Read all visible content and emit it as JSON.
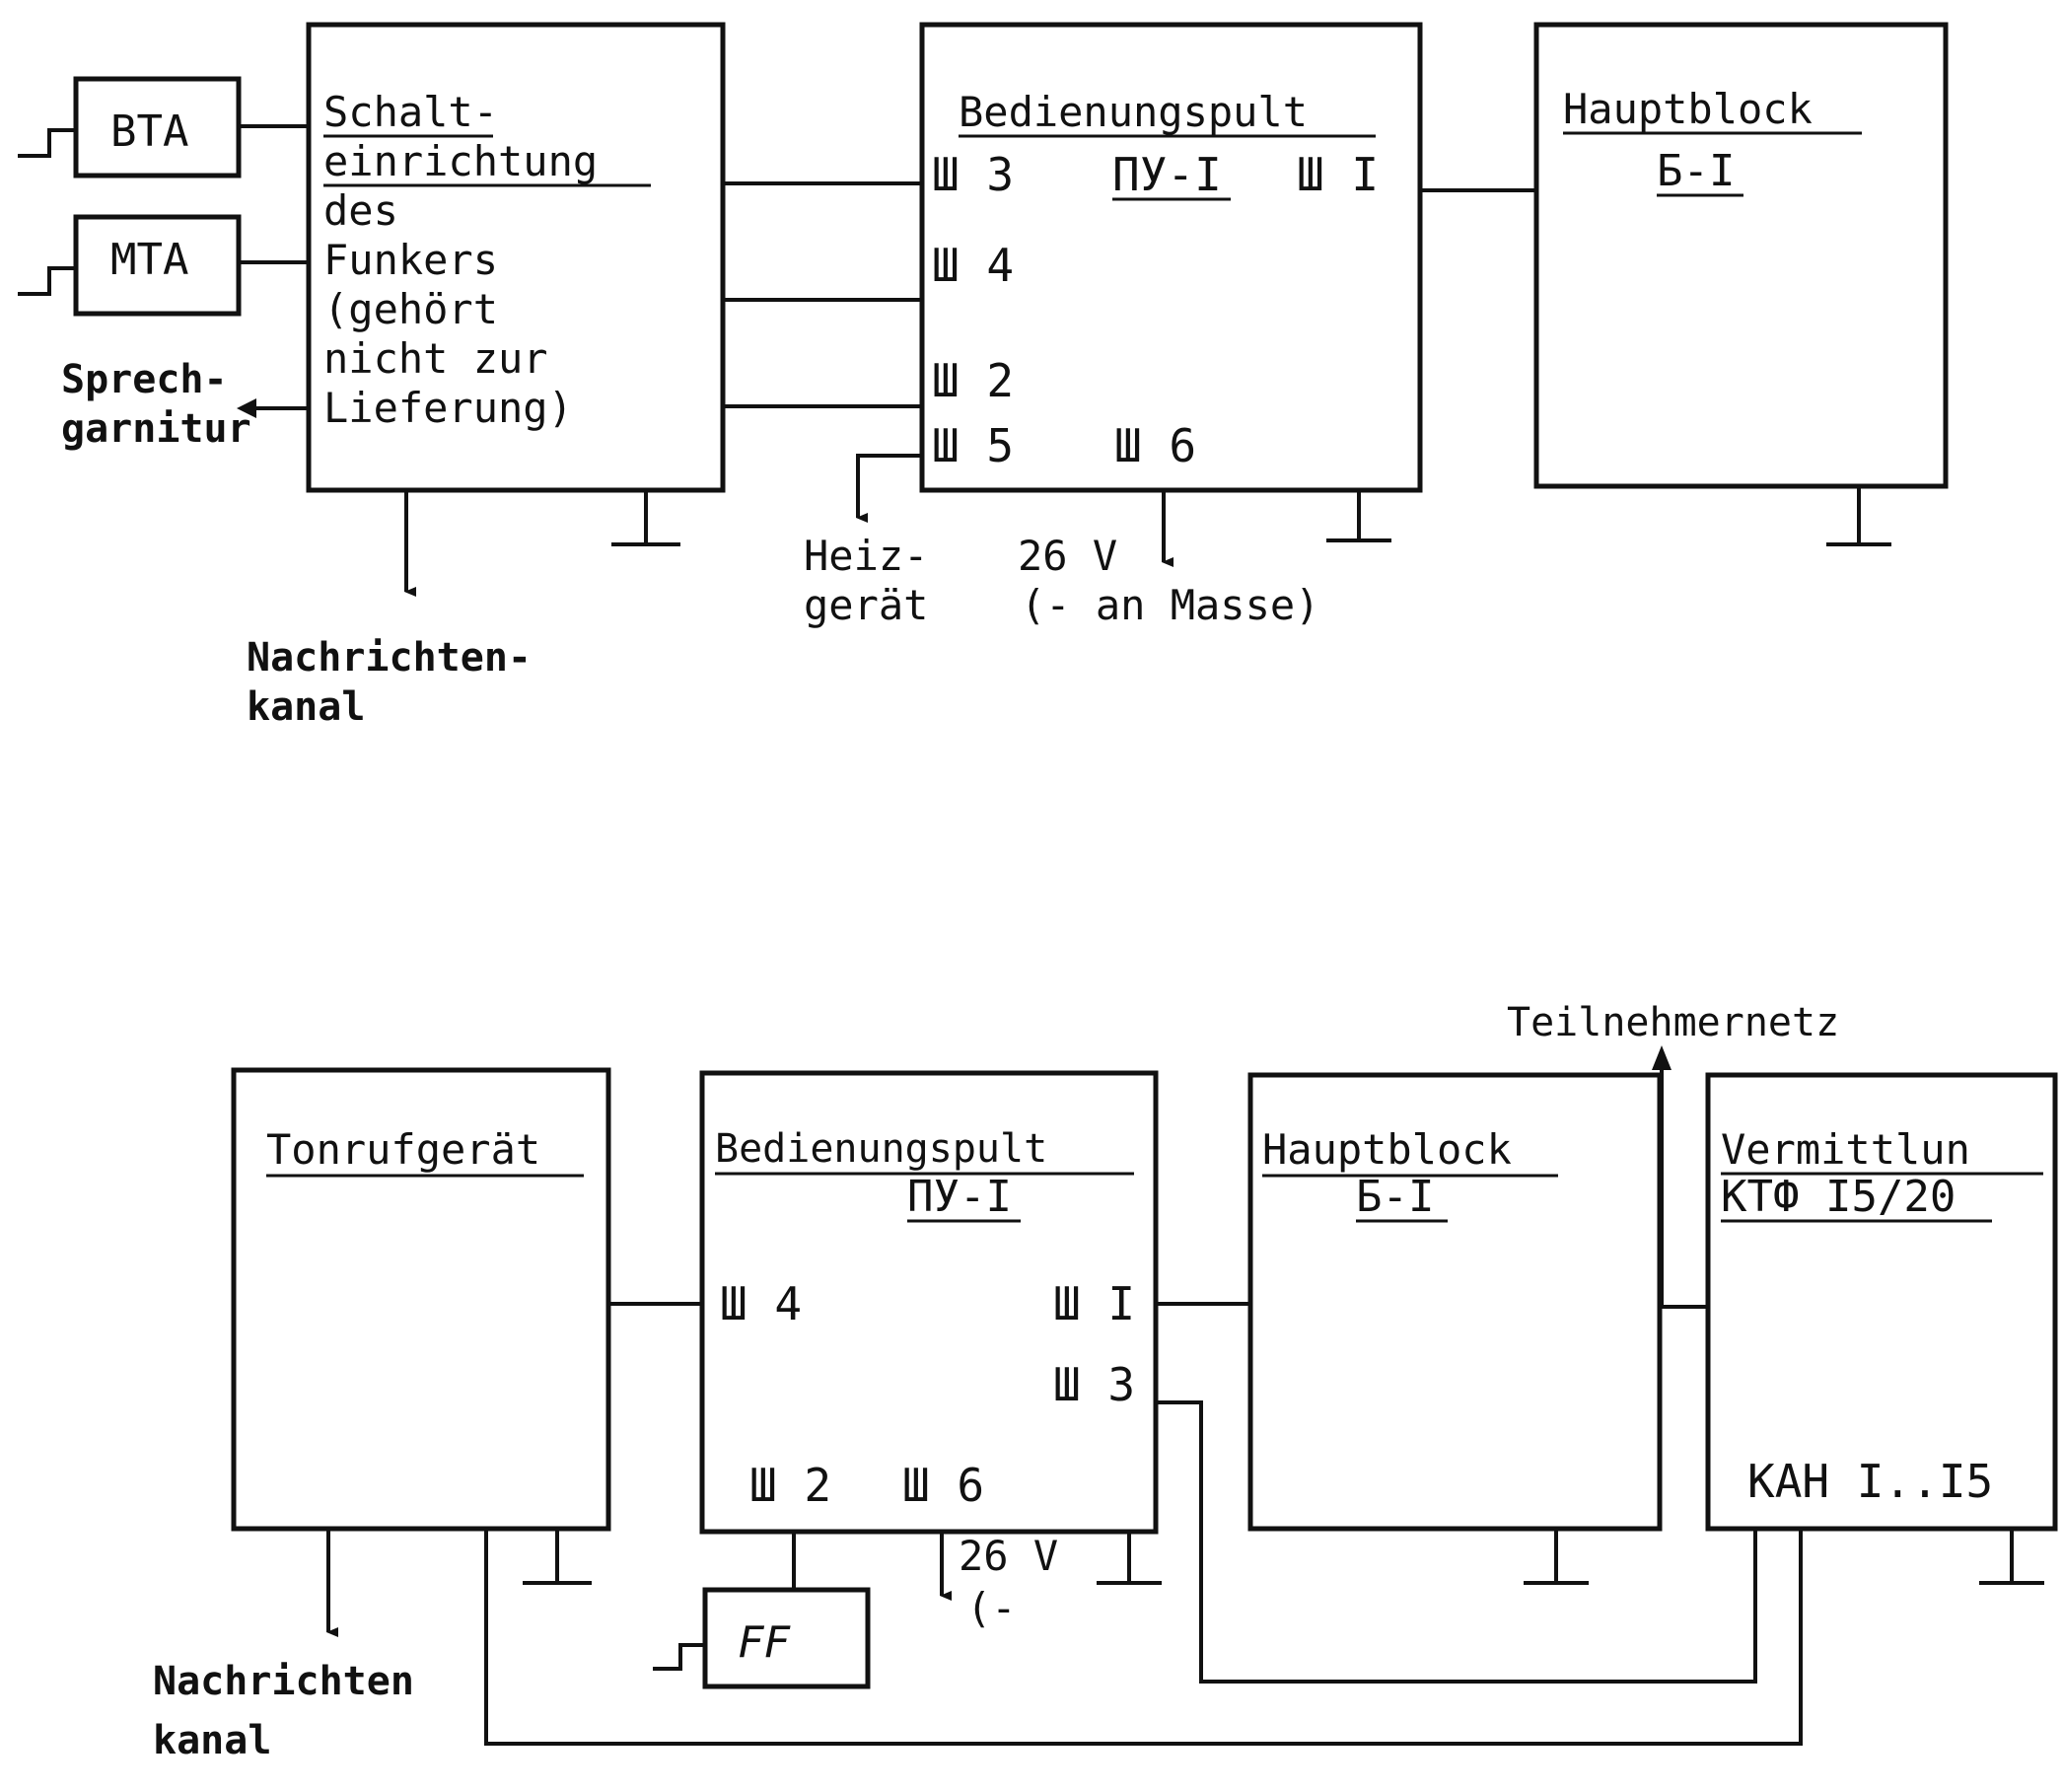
{
  "top": {
    "bta": "BTA",
    "mta": "MTA",
    "schalt": [
      "Schalt-",
      "einrichtung",
      "des",
      "Funkers",
      "(gehört",
      "nicht zur",
      "Lieferung)"
    ],
    "sprech": [
      "Sprech-",
      "garnitur"
    ],
    "nachrichten": [
      "Nachrichten-",
      "kanal"
    ],
    "pult_title": "Bedienungspult",
    "pult_model": "ПУ-I",
    "sh3": "Ш 3",
    "sh1": "Ш I",
    "sh4": "Ш 4",
    "sh2": "Ш 2",
    "sh5": "Ш 5",
    "sh6": "Ш 6",
    "heiz": [
      "Heiz-",
      "gerät"
    ],
    "volt": [
      "26 V",
      "(- an Masse)"
    ],
    "haupt_title": "Hauptblock",
    "haupt_model": "Б-I"
  },
  "bottom": {
    "tonruf": "Tonrufgerät",
    "pult_title": "Bedienungspult",
    "pult_model": "ПУ-I",
    "sh4": "Ш 4",
    "sh1": "Ш I",
    "sh3": "Ш 3",
    "sh2": "Ш 2",
    "sh6": "Ш 6",
    "volt": [
      "26 V",
      "(-"
    ],
    "ff": "FF",
    "nachrichten": [
      "Nachrichten",
      "kanal"
    ],
    "haupt_title": "Hauptblock",
    "haupt_model": "Б-I",
    "teilnehmer": "Teilnehmernetz",
    "verm_title": "Vermittlun",
    "verm_model": "КТФ I5/20",
    "kah": "КАН I..I5"
  }
}
